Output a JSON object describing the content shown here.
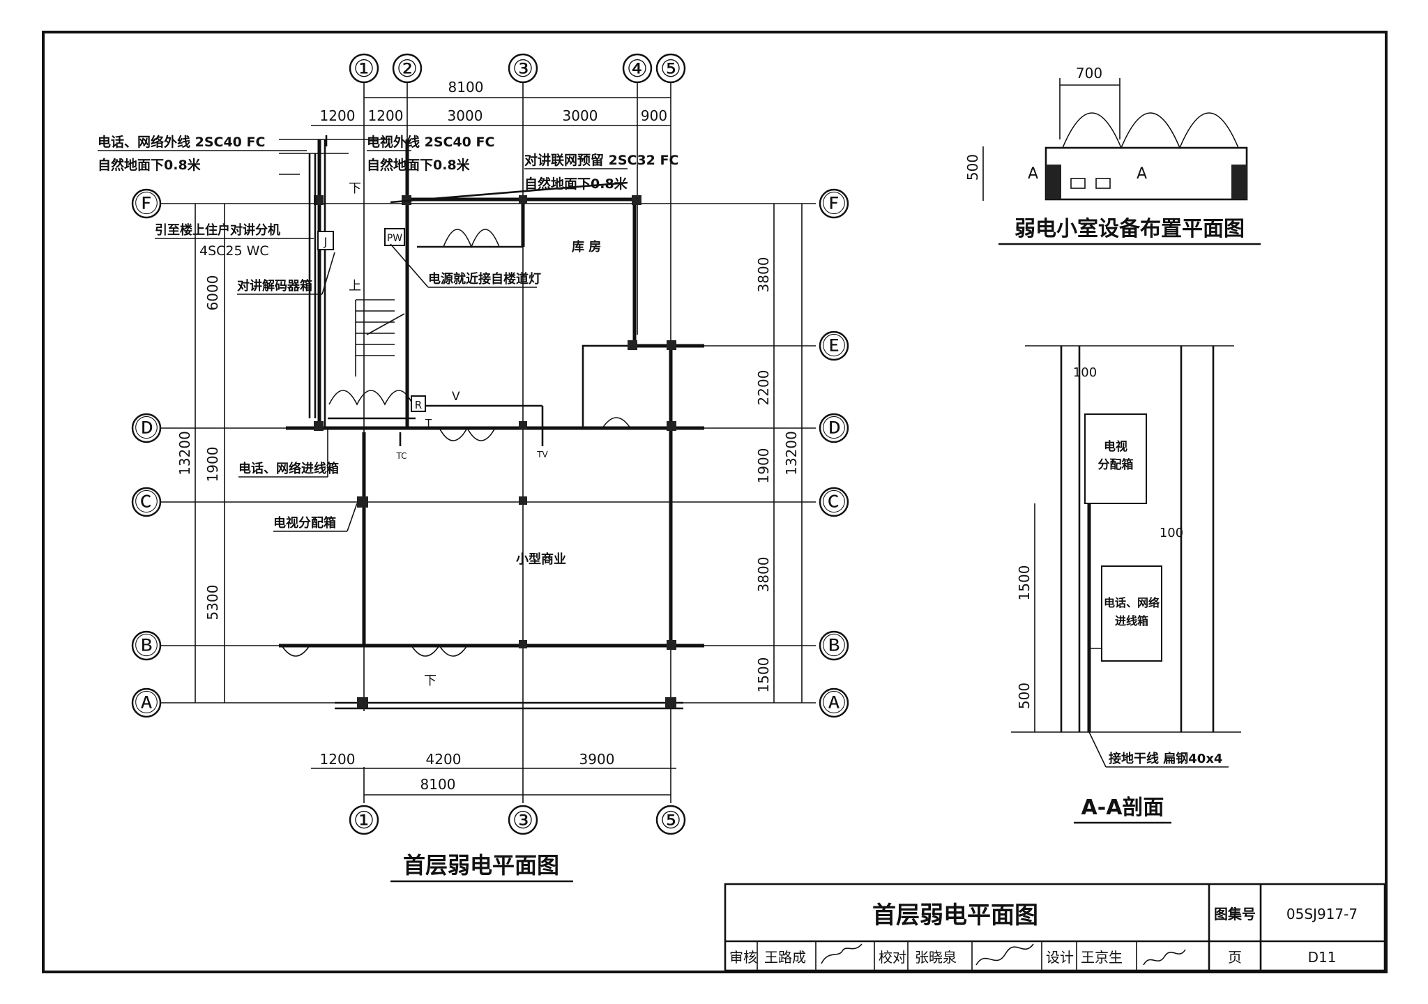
{
  "main_plan": {
    "title": "首层弱电平面图",
    "axes_top": [
      "①",
      "②",
      "③",
      "④",
      "⑤"
    ],
    "axes_bottom": [
      "①",
      "③",
      "⑤"
    ],
    "axes_rows": [
      "Ⓕ",
      "Ⓔ",
      "Ⓓ",
      "Ⓒ",
      "Ⓑ",
      "Ⓐ"
    ],
    "dims_top_total": "8100",
    "dims_top": [
      "1200",
      "1200",
      "3000",
      "3000",
      "900"
    ],
    "dims_bottom": [
      "1200",
      "4200",
      "3900"
    ],
    "dims_bottom_total": "8100",
    "dims_left": [
      "6000",
      "1900",
      "5300"
    ],
    "dims_left_total": "13200",
    "dims_right": [
      "3800",
      "2200",
      "1900",
      "3800",
      "1500"
    ],
    "dims_right_total": "13200",
    "notes": {
      "phone_line": "电话、网络外线 2SC40 FC",
      "phone_depth": "自然地面下0.8米",
      "tv_line": "电视外线 2SC40 FC",
      "tv_depth": "自然地面下0.8米",
      "intercom_line": "对讲联网预留 2SC32 FC",
      "intercom_depth": "自然地面下0.8米",
      "upstairs_intercom": "引至楼上住户对讲分机",
      "upstairs_conduit": "4SC25 WC",
      "decoder_box": "对讲解码器箱",
      "stair_light": "电源就近接自楼道灯",
      "phone_box": "电话、网络进线箱",
      "tv_box": "电视分配箱",
      "storage": "库 房",
      "shop": "小型商业",
      "down_1": "下",
      "up": "上",
      "down_2": "下",
      "mark_j": "J",
      "mark_pw": "PW",
      "mark_r": "R",
      "mark_t": "T",
      "mark_v": "V",
      "mark_tc": "TC",
      "mark_tv": "TV"
    }
  },
  "room_plan": {
    "title": "弱电小室设备布置平面图",
    "dim_width": "700",
    "dim_height": "500",
    "section_mark": "A"
  },
  "section": {
    "title": "A-A剖面",
    "tv_box": "电视\n分配箱",
    "tv_box_l1": "电视",
    "tv_box_l2": "分配箱",
    "phone_box_l1": "电话、网络",
    "phone_box_l2": "进线箱",
    "dim_wall": "100",
    "dim_gap": "100",
    "dim_1500": "1500",
    "dim_500": "500",
    "ground_note": "接地干线 扁钢40x4"
  },
  "title_block": {
    "drawing_title": "首层弱电平面图",
    "atlas_label": "图集号",
    "atlas_no": "05SJ917-7",
    "page_label": "页",
    "page_no": "D11",
    "review_label": "审核",
    "reviewer": "王路成",
    "check_label": "校对",
    "checker": "张晓泉",
    "design_label": "设计",
    "designer": "王京生"
  }
}
